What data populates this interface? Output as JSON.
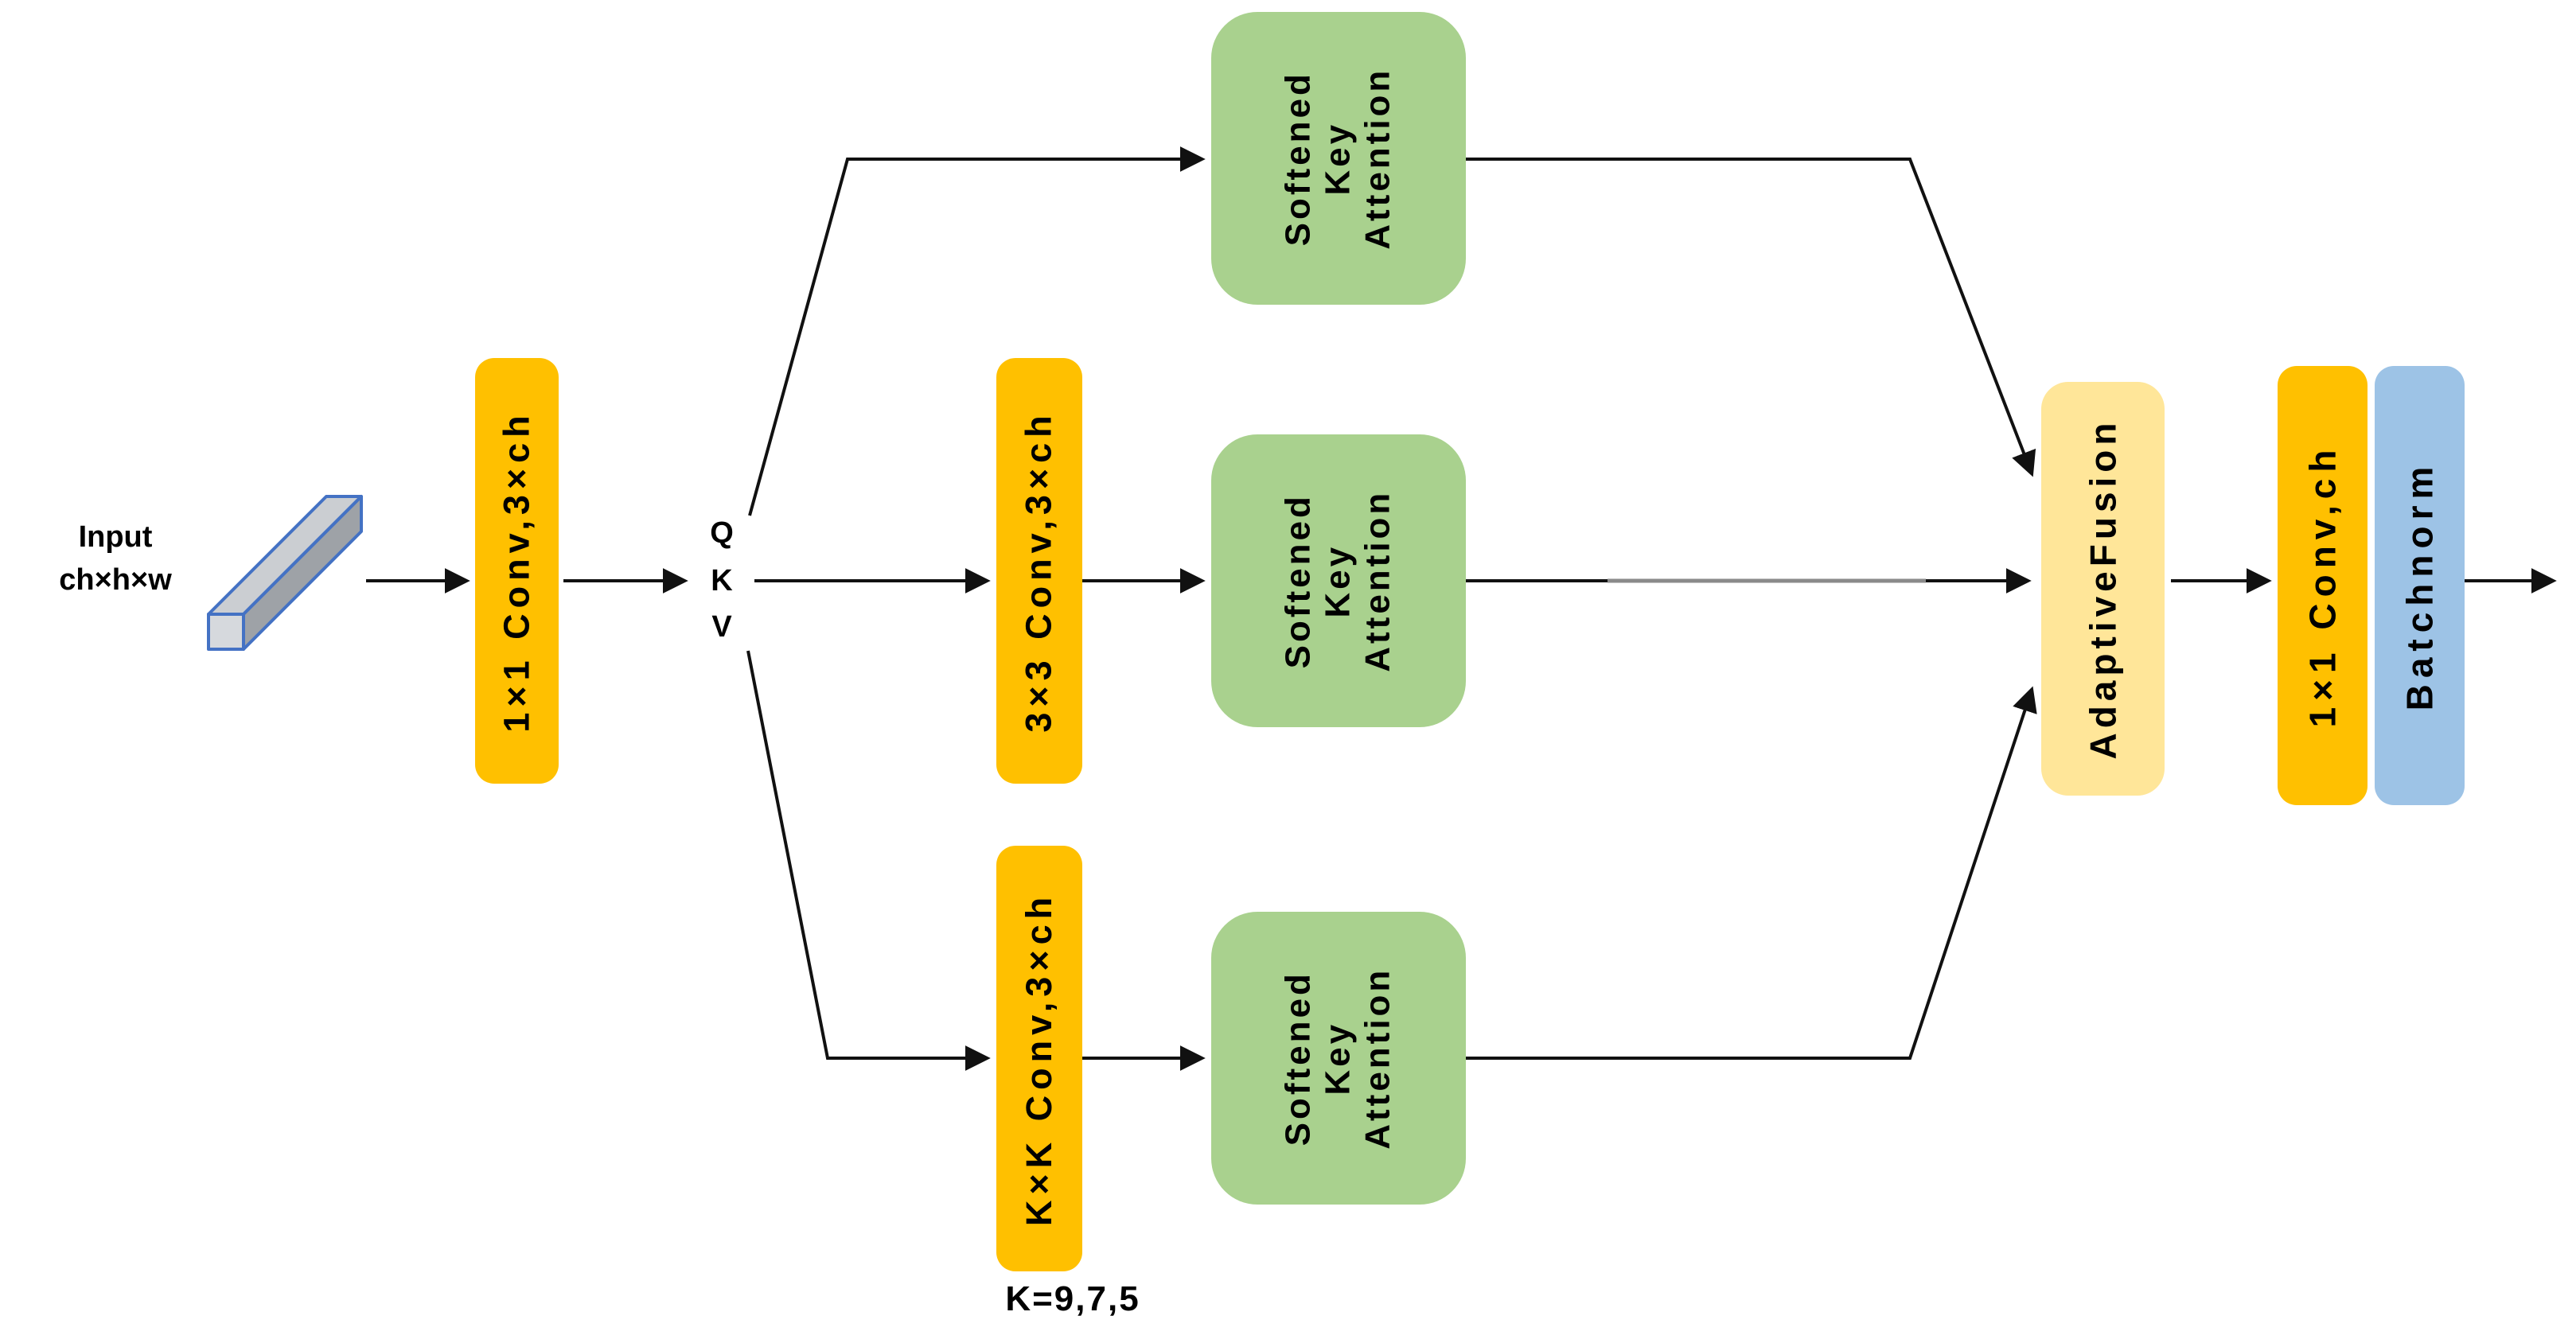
{
  "diagram": {
    "input": {
      "line1": "Input",
      "line2": "ch×h×w"
    },
    "qkv": {
      "q": "Q",
      "k": "K",
      "v": "V"
    },
    "blocks": {
      "conv_1x1_expand": {
        "label": "1×1 Conv,3×ch"
      },
      "conv_3x3": {
        "label": "3×3 Conv,3×ch"
      },
      "conv_kxk": {
        "label": "K×K Conv,3×ch"
      },
      "attention": {
        "line1": "Softened",
        "line2": "Key",
        "line3": "Attention"
      },
      "fusion": {
        "label": "AdaptiveFusion"
      },
      "conv_1x1_out": {
        "label": "1×1 Conv,ch"
      },
      "batchnorm": {
        "label": "Batchnorm"
      }
    },
    "kernel_note": "K=9,7,5",
    "colors": {
      "conv_block": "#FFC000",
      "attention_block": "#A9D18E",
      "fusion_block": "#FFE699",
      "batchnorm_block": "#9DC3E6",
      "arrow": "#111111",
      "arrow_overlap_gray": "#8A8A8A",
      "tensor_outline": "#4472C4"
    }
  }
}
